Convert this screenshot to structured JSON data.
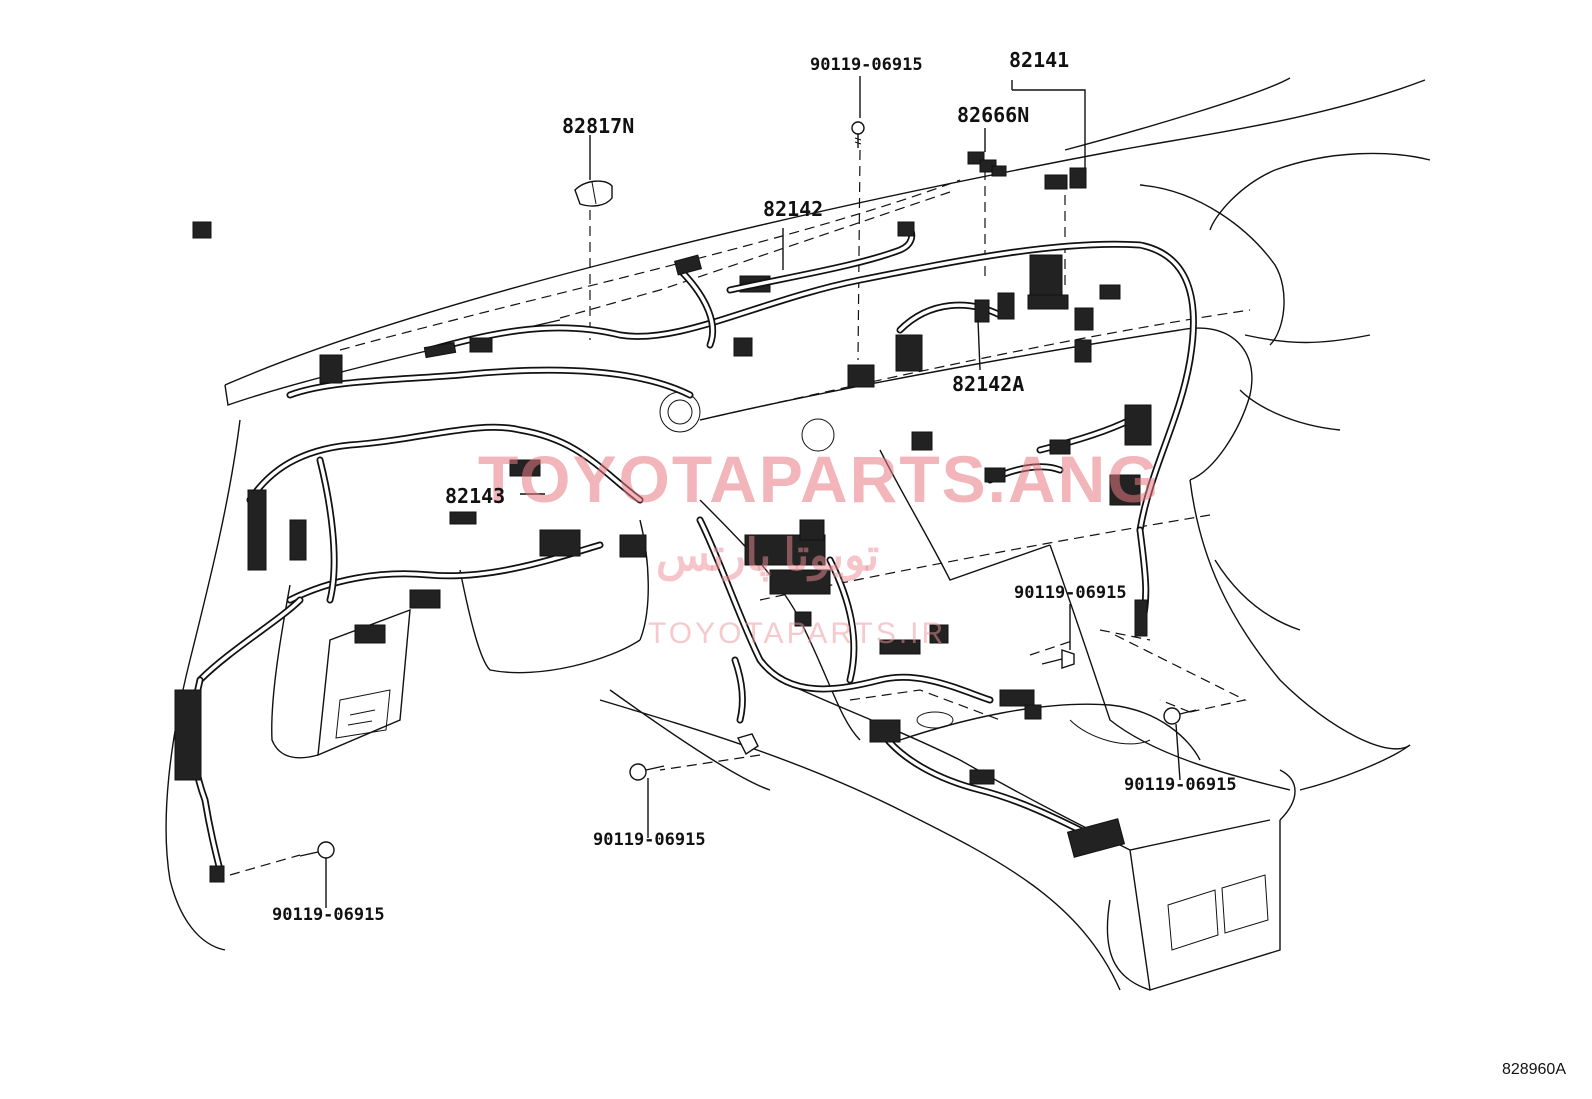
{
  "diagram_code": "828960A",
  "watermark": {
    "main": "TOYOTAPARTS.ANG",
    "sub": "TOYOTAPARTS.IR",
    "fa": "تویوتا پارتس"
  },
  "callouts": {
    "wire_82141": "82141",
    "sub_82666N": "82666N",
    "clamp_82817N": "82817N",
    "wire_82142": "82142",
    "wire_82142A": "82142A",
    "wire_82143": "82143",
    "bolt_top": "90119-06915",
    "bolt_right_mid": "90119-06915",
    "bolt_right_low": "90119-06915",
    "bolt_center": "90119-06915",
    "bolt_left": "90119-06915"
  }
}
